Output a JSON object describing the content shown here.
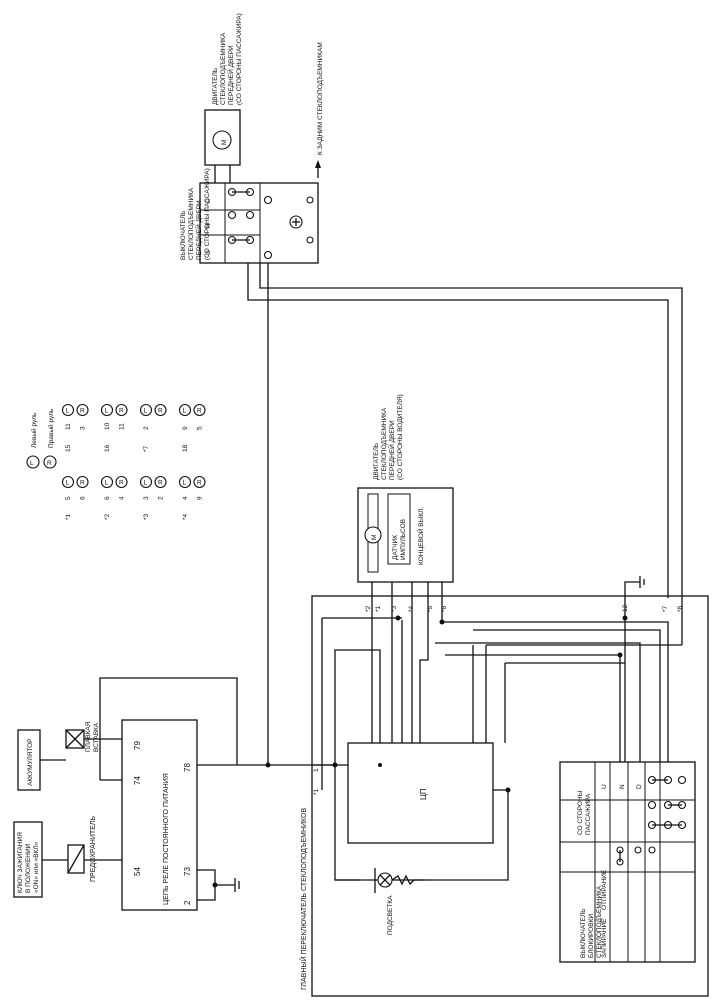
{
  "labels": {
    "ignition_switch": [
      "КЛЮЧ ЗАЖИГАНИЯ",
      "В ПОЛОЖЕНИИ",
      "«ON» или «ВКЛ»"
    ],
    "fuse": "ПРЕДОХРАНИТЕЛЬ",
    "battery": "АККУМУЛЯТОР",
    "fusible_link": [
      "ПЛАВКАЯ",
      "ВСТАВКА"
    ],
    "relay": "ЦЕПЬ РЕЛЕ ПОСТОЯННОГО ПИТАНИЯ",
    "main_switch": "ГЛАВНЫЙ ПЕРЕКЛЮЧАТЕЛЬ СТЕКЛОПОДЪЕМНИКОВ",
    "cpu": "ЦП",
    "illumination": "ПОДСВЕТКА",
    "driver_motor": [
      "ДВИГАТЕЛЬ",
      "СТЕКЛОПОДЪЕМНИКА",
      "ПЕРЕДНЕЙ ДВЕРИ",
      "(СО СТОРОНЫ ВОДИТЕЛЯ)"
    ],
    "sensor": [
      "ДАТЧИК",
      "ИМПУЛЬСОВ"
    ],
    "limit_switch": "КОНЦЕВОЙ ВЫКЛ.",
    "passenger_motor": [
      "ДВИГАТЕЛЬ",
      "СТЕКЛОПОДЪЕМНИКА",
      "ПЕРЕДНЕЙ ДВЕРИ",
      "(СО СТОРОНЫ ПАССАЖИРА)"
    ],
    "passenger_switch": [
      "ВЫКЛЮЧАТЕЛЬ",
      "СТЕКЛОПОДЪЕМНИКА",
      "ПЕРЕДНЕЙ ДВЕРИ",
      "(СО СТОРОНЫ ПАССАЖИРА)"
    ],
    "to_rear": "К ЗАДНИМ СТЕКЛОПОДЪЕМНИКАМ",
    "lock_switch": [
      "ВЫКЛЮЧАТЕЛЬ",
      "БЛОКИРОВКИ",
      "СТЕКЛОПОДЪЕМНИКА"
    ],
    "lock_state": "ЗАПИРАНИЕ",
    "unlock_state": "ОТПИРАНИЕ",
    "passenger_side": [
      "СО СТОРОНЫ",
      "ПАССАЖИРА"
    ]
  },
  "legend": {
    "left": {
      "symbol": "L",
      "text": "Левый руль"
    },
    "right": {
      "symbol": "R",
      "text": "Правый руль"
    }
  },
  "pin_table": [
    {
      "mark": "*1",
      "a": "5",
      "a_sym": "L",
      "b": "15",
      "c": "11",
      "c_sym": "L"
    },
    {
      "mark": "",
      "a": "6",
      "a_sym": "R",
      "b": "",
      "c": "3",
      "c_sym": "R"
    },
    {
      "mark": "*2",
      "a": "6",
      "a_sym": "L",
      "b": "16",
      "c": "10",
      "c_sym": "L"
    },
    {
      "mark": "",
      "a": "4",
      "a_sym": "R",
      "b": "",
      "c": "11",
      "c_sym": "R"
    },
    {
      "mark": "*3",
      "a": "3",
      "a_sym": "L",
      "b": "*7",
      "c": "2",
      "c_sym": "L"
    },
    {
      "mark": "",
      "a": "2",
      "a_sym": "R",
      "b": "",
      "c": "",
      "c_sym": "R"
    },
    {
      "mark": "*4",
      "a": "4",
      "a_sym": "L",
      "b": "18",
      "c": "9",
      "c_sym": "L"
    },
    {
      "mark": "",
      "a": "9",
      "a_sym": "R",
      "b": "",
      "c": "5",
      "c_sym": "R"
    }
  ],
  "pins": {
    "relay_74": "74",
    "relay_79": "79",
    "relay_78": "78",
    "relay_54": "54",
    "relay_73": "73",
    "relay_2": "2",
    "sw_1": "1",
    "sw_x1": "*1",
    "sw_x2": "*2",
    "sw_x3": "*3",
    "sw_x4": "*4",
    "sw_x5": "*5",
    "sw_x6": "*6",
    "sw_12": "12",
    "sw_x7": "*7",
    "sw_x8": "*8"
  },
  "passenger_switch_cols": [
    "U",
    "N",
    "D"
  ],
  "lock_table_cols": [
    "U",
    "N",
    "D"
  ]
}
